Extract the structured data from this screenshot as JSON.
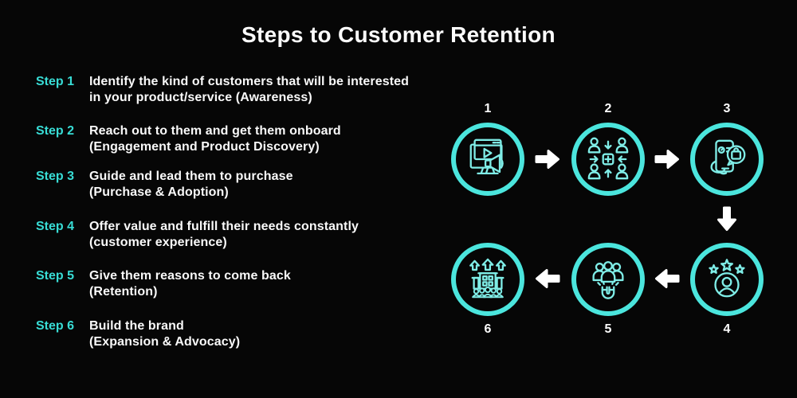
{
  "title": "Steps to Customer Retention",
  "colors": {
    "background": "#060606",
    "accent_ring": "#4BE5DD",
    "accent_icon": "#7FEDE7",
    "step_label": "#38DCD5",
    "body_text": "#F9F9F9",
    "arrow": "#FFFFFF"
  },
  "steps": [
    {
      "label": "Step 1",
      "text": "Identify the kind of customers that will be interested\nin your product/service (Awareness)"
    },
    {
      "label": "Step 2",
      "text": "Reach out to them and get them onboard\n(Engagement and Product Discovery)"
    },
    {
      "label": "Step 3",
      "text": "Guide and lead them to purchase\n(Purchase & Adoption)"
    },
    {
      "label": "Step 4",
      "text": "Offer value and fulfill their needs constantly\n(customer experience)"
    },
    {
      "label": "Step 5",
      "text": "Give them reasons to come back\n(Retention)"
    },
    {
      "label": "Step 6",
      "text": "Build the brand\n(Expansion & Advocacy)"
    }
  ],
  "flow": {
    "nodes": [
      {
        "number": "1",
        "icon": "video-megaphone-icon"
      },
      {
        "number": "2",
        "icon": "team-connect-icon"
      },
      {
        "number": "3",
        "icon": "mobile-shopping-icon"
      },
      {
        "number": "4",
        "icon": "customer-rating-icon"
      },
      {
        "number": "5",
        "icon": "customer-magnet-icon"
      },
      {
        "number": "6",
        "icon": "brand-growth-icon"
      }
    ],
    "arrow_directions": [
      "right",
      "right",
      "down",
      "left",
      "left"
    ]
  }
}
